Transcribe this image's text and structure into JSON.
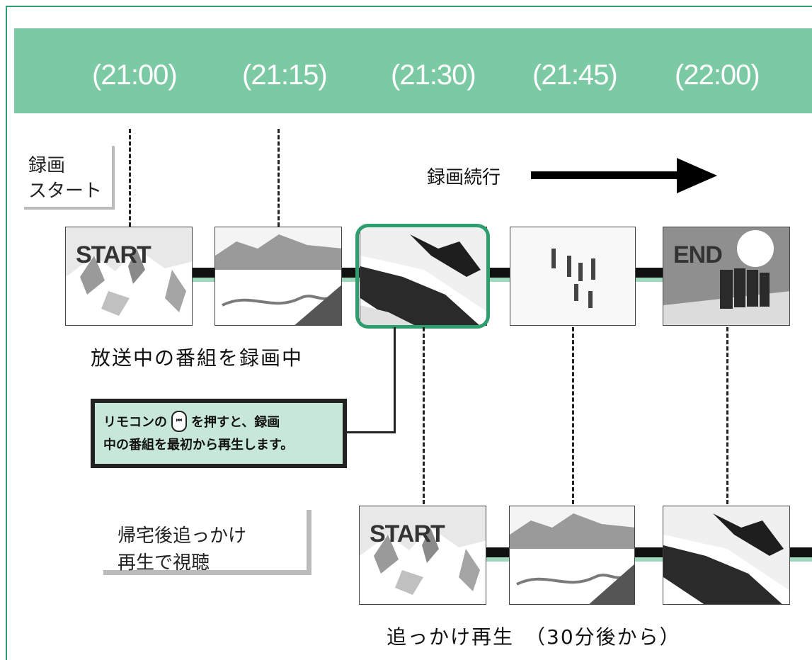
{
  "timeline": {
    "times": [
      "(21:00)",
      "(21:15)",
      "(21:30)",
      "(21:45)",
      "(22:00)"
    ]
  },
  "recording_start": {
    "line1": "録画",
    "line2": "スタート"
  },
  "recording_continue": "録画続行",
  "top_row": {
    "start_label": "START",
    "end_label": "END",
    "caption": "放送中の番組を録画中"
  },
  "callout": {
    "line1_before": "リモコンの",
    "line1_after": "を押すと、録画",
    "line2": "中の番組を最初から再生します。",
    "button_icon": "skip-back-icon"
  },
  "bottom_row": {
    "start_label": "START",
    "caption": "追っかけ再生　（30分後から）"
  },
  "after_home": {
    "line1": "帰宅後追っかけ",
    "line2": "再生で視聴"
  },
  "colors": {
    "banner": "#7ccaa4",
    "accent": "#2e9e6e",
    "callout_bg": "#c7e8d8"
  }
}
